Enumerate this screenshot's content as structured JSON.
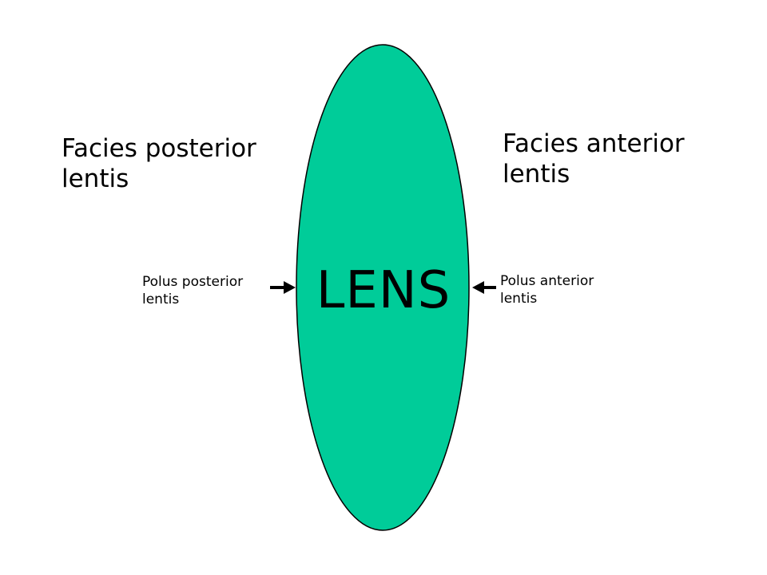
{
  "diagram": {
    "lens_label": "LENS",
    "facies_posterior": {
      "line1": "Facies posterior",
      "line2": "lentis"
    },
    "facies_anterior": {
      "line1": "Facies anterior",
      "line2": "lentis"
    },
    "polus_posterior": {
      "line1": "Polus posterior",
      "line2": "lentis"
    },
    "polus_anterior": {
      "line1": "Polus anterior",
      "line2": "lentis"
    },
    "colors": {
      "lens_fill": "#00cc99",
      "lens_stroke": "#000000",
      "arrow": "#000000",
      "background": "#ffffff"
    }
  }
}
